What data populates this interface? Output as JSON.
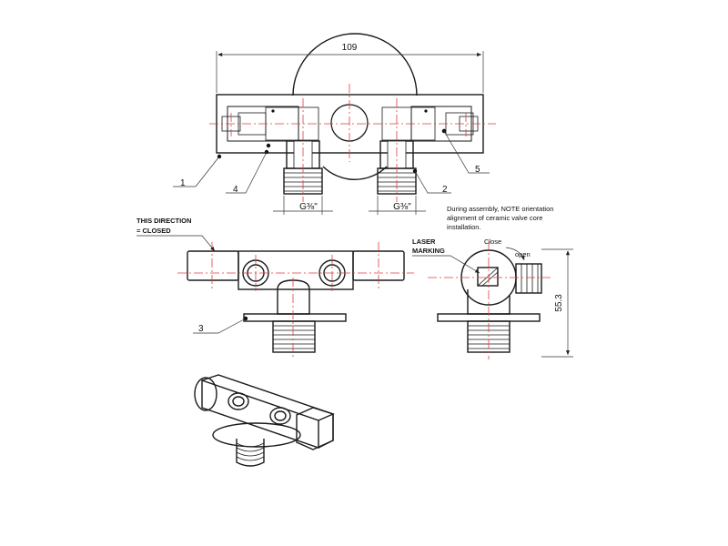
{
  "dimensions": {
    "overall_width": "109",
    "height": "55.3",
    "thread_left": "G⅜\"",
    "thread_right": "G⅜\""
  },
  "callouts": [
    "1",
    "2",
    "3",
    "4",
    "5"
  ],
  "notes": {
    "direction_line1": "THIS DIRECTION",
    "direction_line2": "= CLOSED",
    "laser_line1": "LASER",
    "laser_line2": "MARKING",
    "assembly_line1": "During assembly, NOTE orientation",
    "assembly_line2": "alignment of ceramic valve core",
    "assembly_line3": "installation.",
    "close_label": "Close",
    "open_label": "open"
  },
  "colors": {
    "line": "#1a1a1a",
    "centerline": "#e23b3b"
  }
}
